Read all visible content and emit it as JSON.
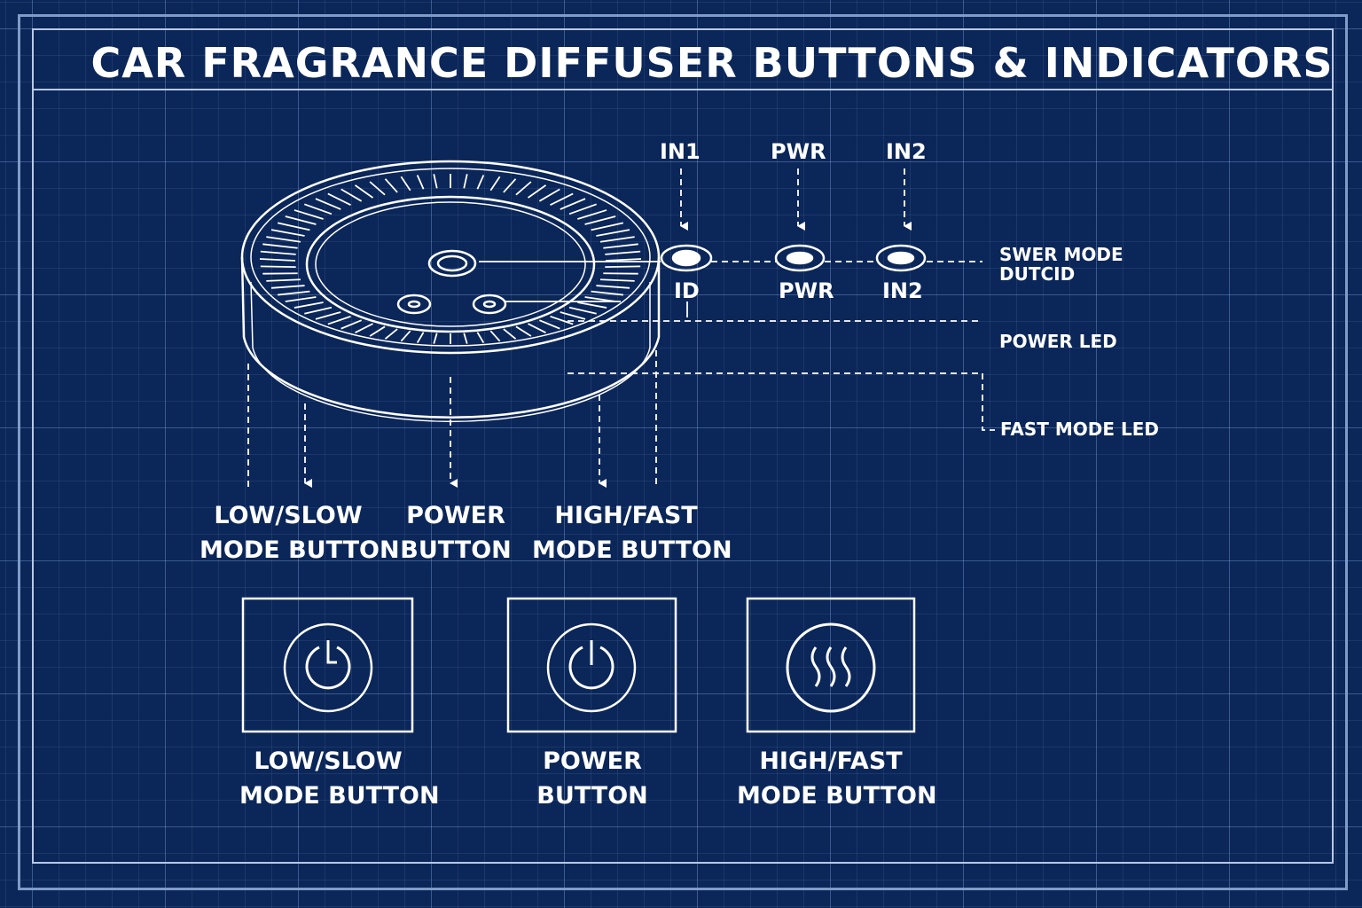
{
  "title": "CAR FRAGRANCE DIFFUSER BUTTONS & INDICATORS",
  "colors": {
    "background": "#0b2658",
    "line": "#ffffff",
    "grid": "#8cb4f0"
  },
  "indicators_top": [
    "IN1",
    "PWR",
    "IN2"
  ],
  "indicators_bottom": [
    "ID",
    "PWR",
    "IN2"
  ],
  "right_labels": {
    "mode_line1": "SWER MODE",
    "mode_line2": "DUTCID",
    "power_led": "POWER LED",
    "fast_led": "FAST MODE LED"
  },
  "device_labels": [
    {
      "line1": "LOW/SLOW",
      "line2": "MODE BUTTON"
    },
    {
      "line1": "POWER",
      "line2": "BUTTON"
    },
    {
      "line1": "HIGH/FAST",
      "line2": "MODE BUTTON"
    }
  ],
  "button_panels": [
    {
      "icon": "timer-power-icon",
      "line1": "LOW/SLOW",
      "line2": "MODE BUTTON"
    },
    {
      "icon": "power-icon",
      "line1": "POWER",
      "line2": "BUTTON"
    },
    {
      "icon": "heat-waves-icon",
      "line1": "HIGH/FAST",
      "line2": "MODE BUTTON"
    }
  ]
}
